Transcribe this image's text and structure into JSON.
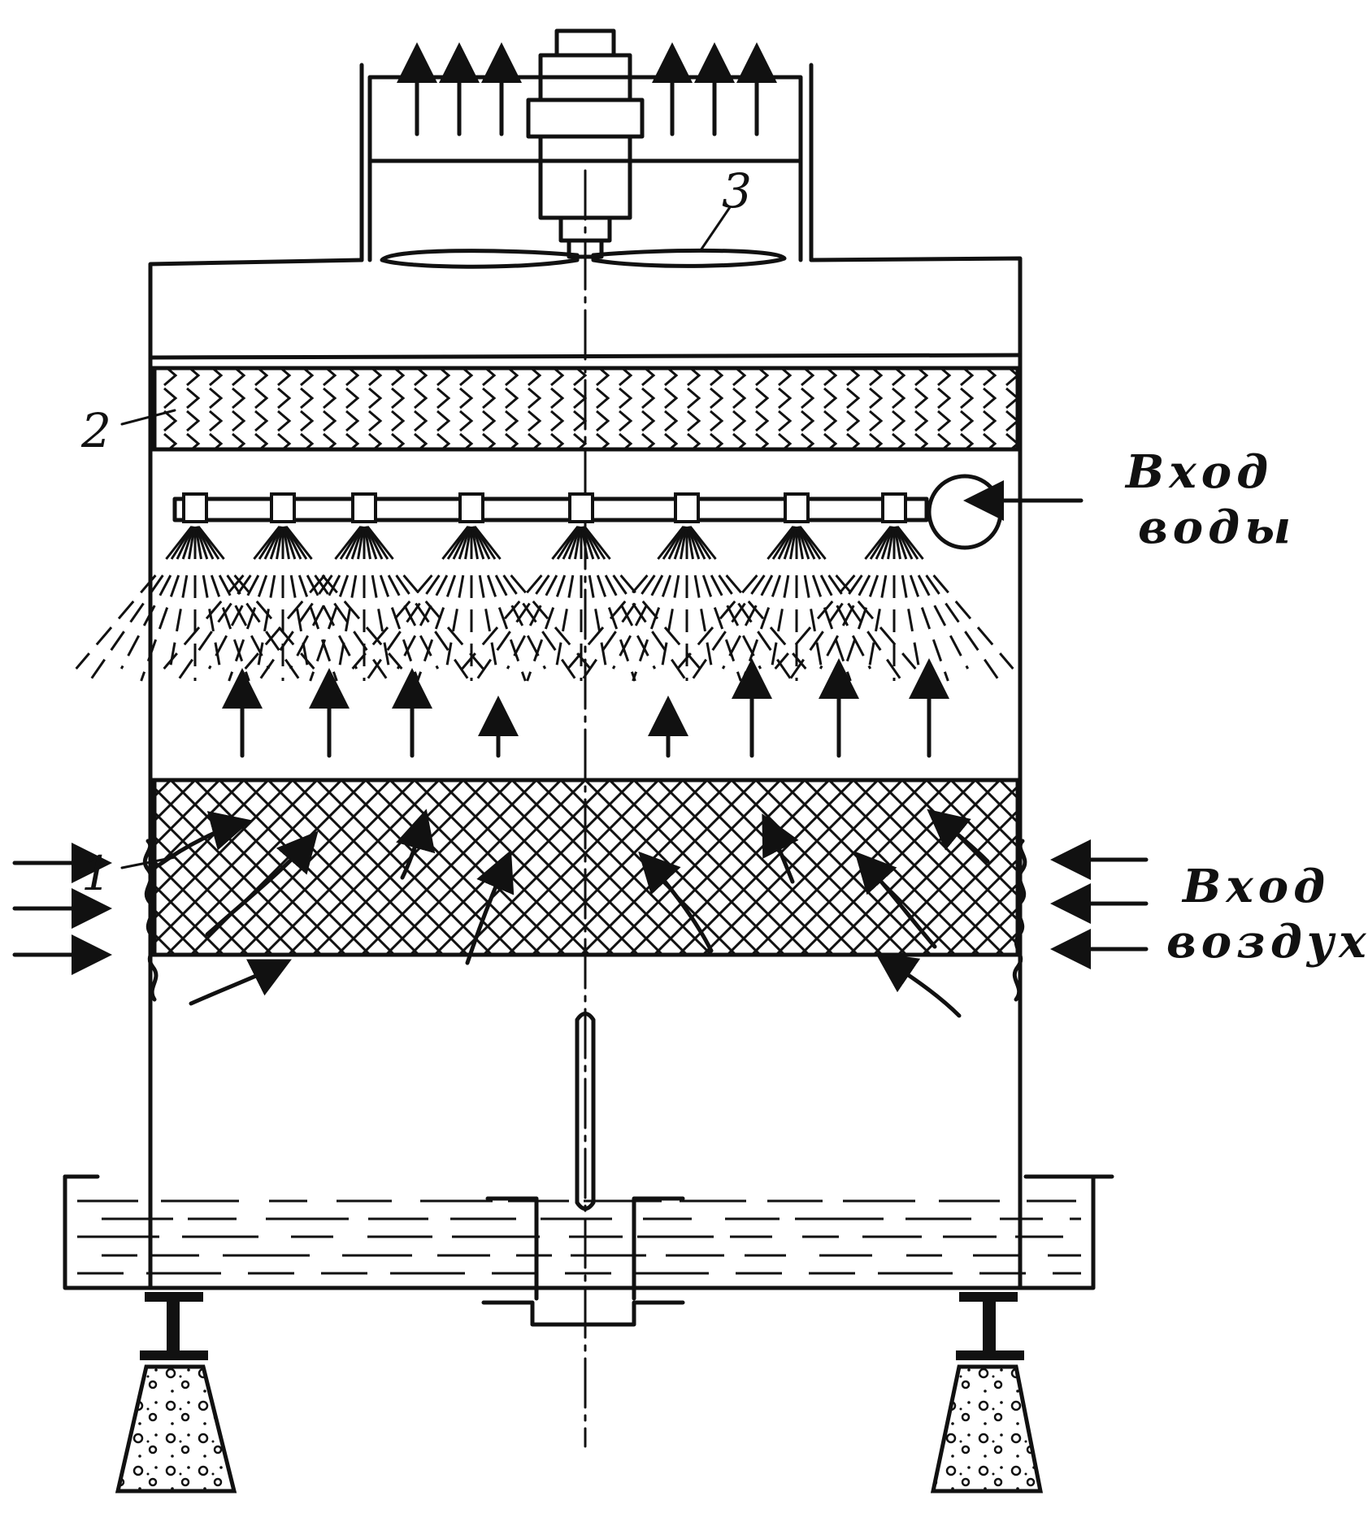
{
  "labels": {
    "item_1": "1",
    "item_2": "2",
    "item_3": "3",
    "water_inlet_line1": "Вход",
    "water_inlet_line2": "воды",
    "air_inlet_line1": "Вход",
    "air_inlet_line2": "воздуха"
  }
}
